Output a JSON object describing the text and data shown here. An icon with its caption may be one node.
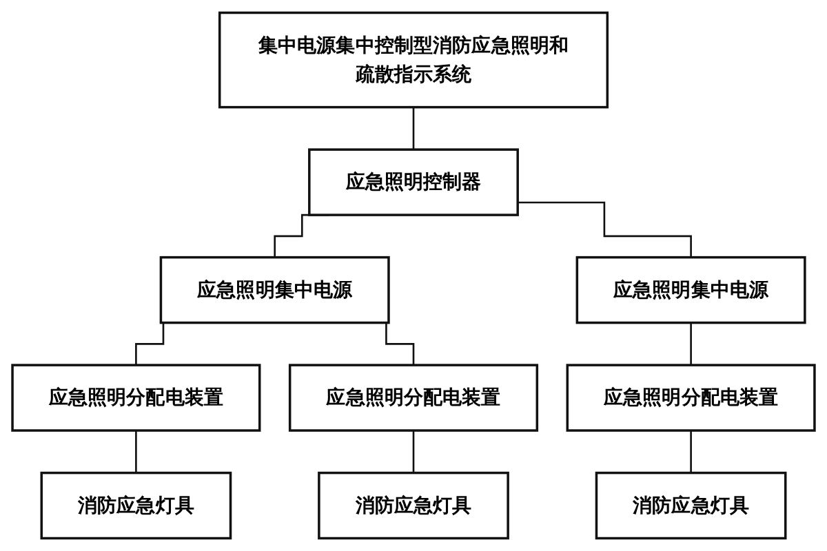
{
  "diagram": {
    "nodes": [
      {
        "text": [
          "集中电源集中控制型消防应急照明和疏散指示系统"
        ]
      },
      {
        "text": [
          "应急照明控制器"
        ]
      },
      {
        "text": [
          "应急照明集中电源"
        ]
      },
      {
        "text": [
          "应急照明集中电源"
        ]
      },
      {
        "text": [
          "应急照明分配电装置"
        ]
      },
      {
        "text": [
          "应急照明分配电装置"
        ]
      },
      {
        "text": [
          "应急照明分配电装置"
        ]
      },
      {
        "text": [
          "消防应急灯具"
        ]
      },
      {
        "text": [
          "消防应急灯具"
        ]
      },
      {
        "text": [
          "消防应急灯具"
        ]
      }
    ],
    "edges": [
      {
        "from": 0,
        "to": 1,
        "arrow": "none"
      },
      {
        "from": 1,
        "to": 2,
        "arrow": "none"
      },
      {
        "from": 1,
        "to": 3,
        "arrow": "none"
      },
      {
        "from": 2,
        "to": 4,
        "arrow": "none"
      },
      {
        "from": 2,
        "to": 5,
        "arrow": "none"
      },
      {
        "from": 3,
        "to": 6,
        "arrow": "none"
      },
      {
        "from": 4,
        "to": 7,
        "arrow": "none"
      },
      {
        "from": 5,
        "to": 8,
        "arrow": "none"
      },
      {
        "from": 6,
        "to": 9,
        "arrow": "none"
      }
    ]
  }
}
